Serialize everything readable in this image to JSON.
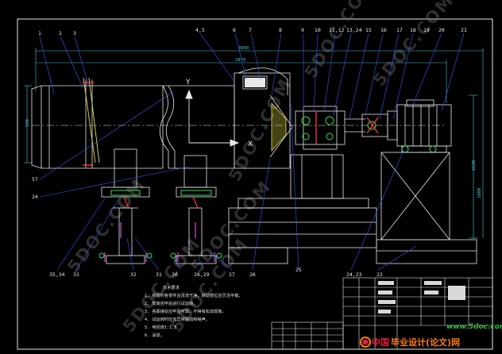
{
  "drawing": {
    "part_numbers_top": [
      "1",
      "2",
      "3",
      "4,5",
      "6",
      "7",
      "8",
      "9",
      "10",
      "11,12",
      "13,24",
      "15",
      "16",
      "17",
      "18",
      "19",
      "20",
      "21"
    ],
    "part_numbers_left": [
      "57",
      "24"
    ],
    "part_numbers_bottom": [
      "35,34",
      "33",
      "32",
      "31",
      "30",
      "28,29",
      "27",
      "26",
      "25",
      "24,23",
      "22"
    ],
    "axis_y": "Y",
    "axis_x": "X",
    "dim_top": "3990",
    "dim_second": "2870",
    "dim_left": "920",
    "dim_right": "1080",
    "dim_right2": "1520",
    "notes_title": "技术要求",
    "notes": [
      "1. 组装时各零件应清洗干净，转动部位应灵活平稳。",
      "2. 安装完毕后进行试运转。",
      "3. 各联接处应牢固可靠，不得有松动现象。",
      "4. 试运转时应无异常振动和噪声。",
      "5. 电机按1:1.5。",
      "6. 涂漆。"
    ],
    "colors": {
      "background": "#000000",
      "line_white": "#e8e8e8",
      "line_cyan": "#49c8d8",
      "line_blue": "#3e58ff",
      "line_yellow": "#e8e24a",
      "line_green": "#3ddc57",
      "line_red": "#ff3b3b",
      "line_magenta": "#d84cd8"
    }
  },
  "watermark": {
    "text_1": "5DOC.COM",
    "text_2": "5DOC.COM",
    "text_3": "5DOC.COM",
    "text_4": "5DOC.COM",
    "text_5": "5DOC.COM",
    "text_6": "5DOC.COM",
    "text_7": "5DOC.COM"
  },
  "logo": {
    "url": "www.5doc.com",
    "brand_red": "中国",
    "brand_orange": "毕业设计(论文)网",
    "icon": "logo-swirl-icon"
  }
}
